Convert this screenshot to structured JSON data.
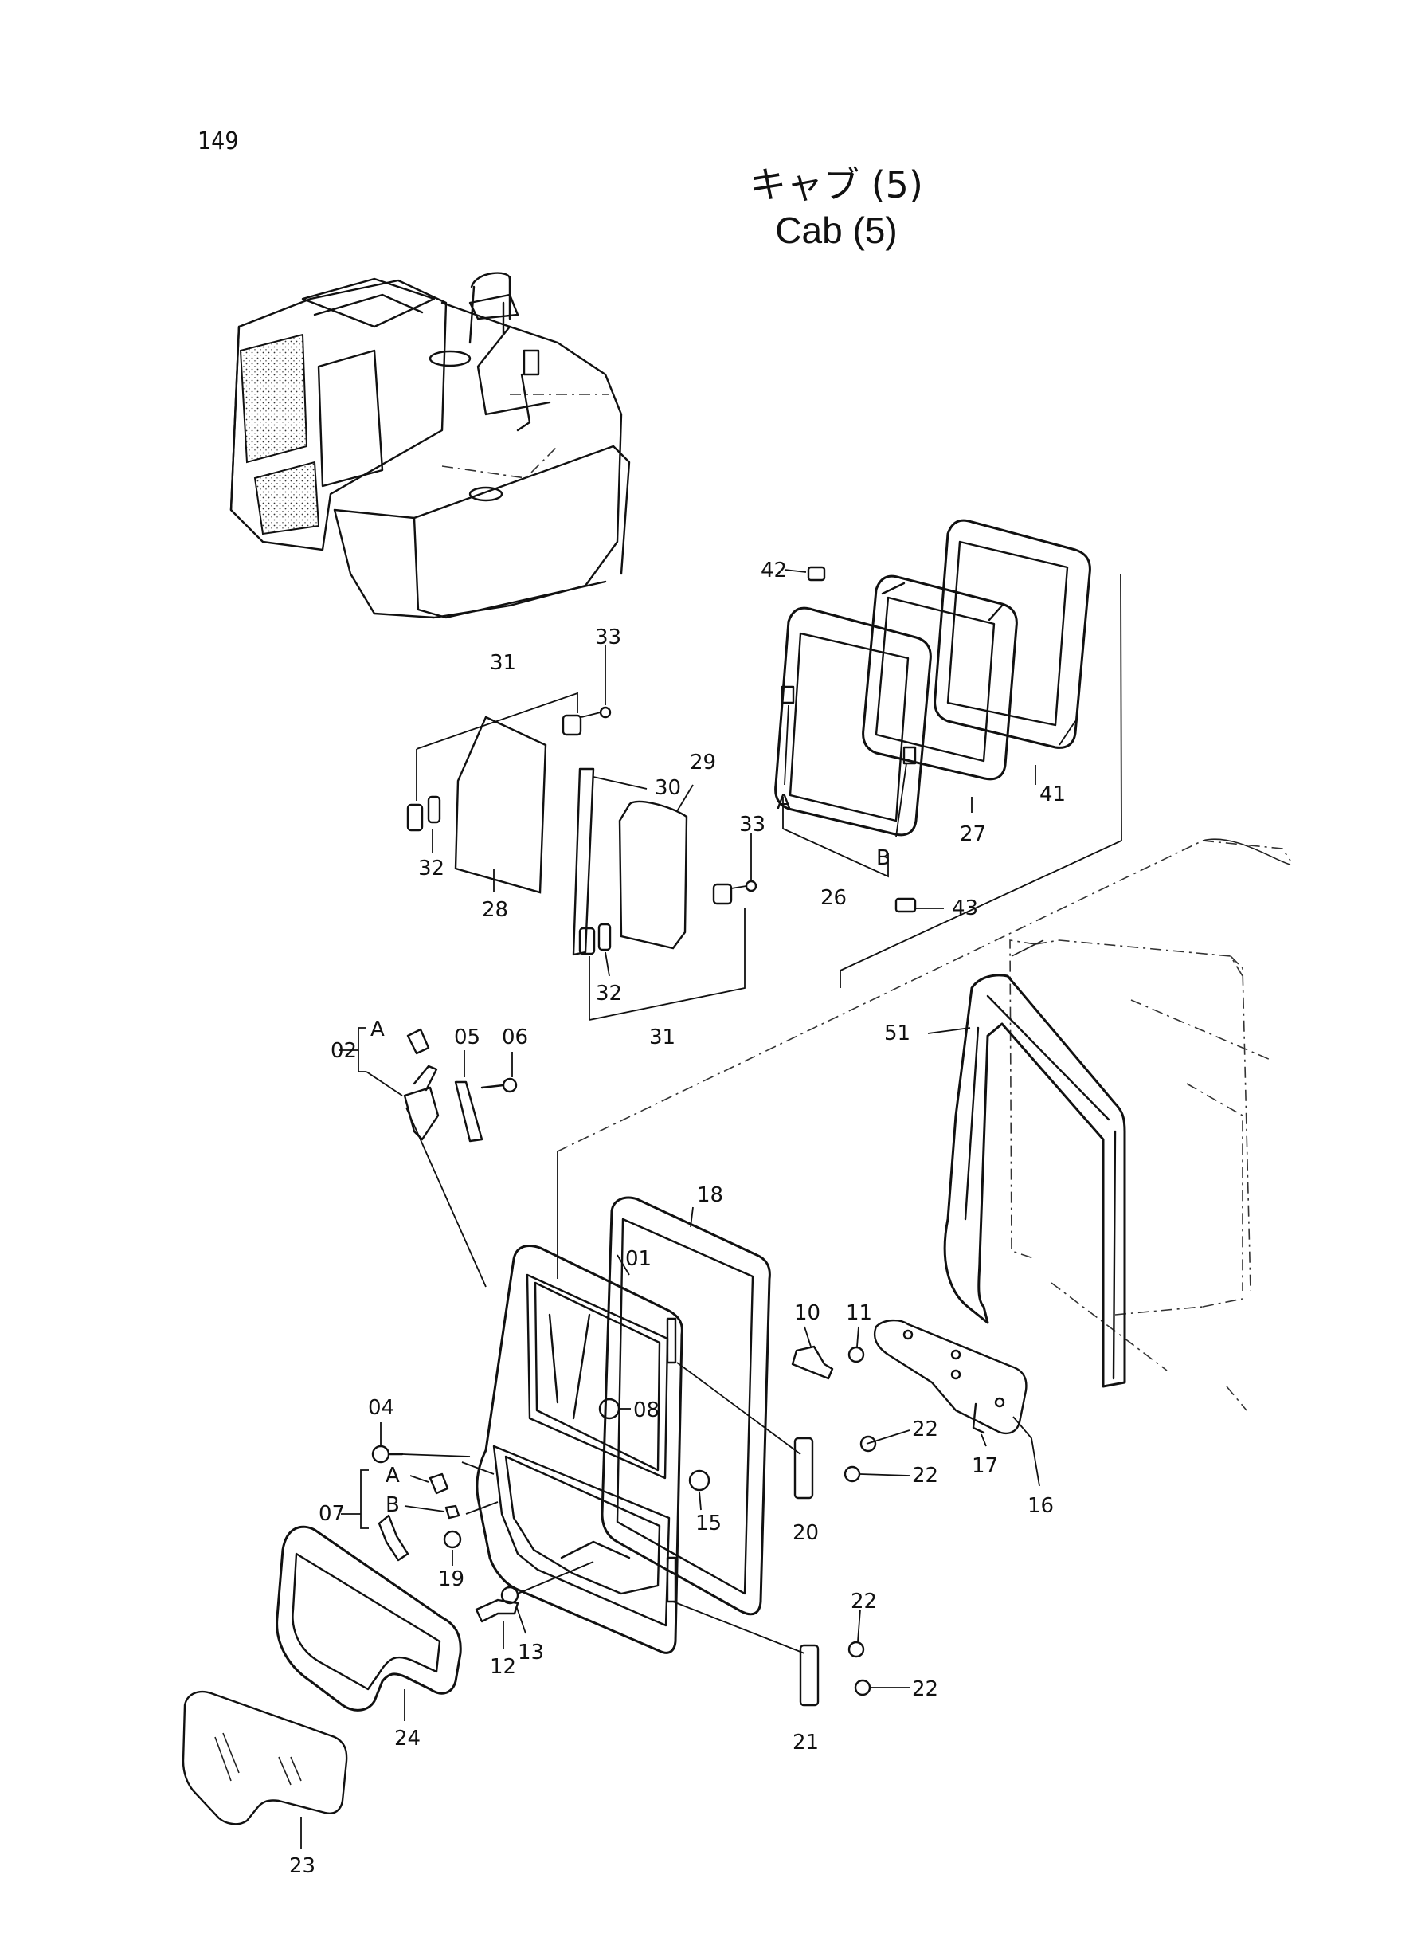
{
  "page": {
    "number": "149"
  },
  "title": {
    "japanese": "キャブ (5)",
    "english": "Cab (5)"
  },
  "callouts": [
    {
      "id": "31a",
      "text": "31"
    },
    {
      "id": "33a",
      "text": "33"
    },
    {
      "id": "32a",
      "text": "32"
    },
    {
      "id": "28",
      "text": "28"
    },
    {
      "id": "30",
      "text": "30"
    },
    {
      "id": "29",
      "text": "29"
    },
    {
      "id": "33b",
      "text": "33"
    },
    {
      "id": "32b",
      "text": "32"
    },
    {
      "id": "31b",
      "text": "31"
    },
    {
      "id": "42",
      "text": "42"
    },
    {
      "id": "41",
      "text": "41"
    },
    {
      "id": "27",
      "text": "27"
    },
    {
      "id": "Aa",
      "text": "A"
    },
    {
      "id": "Ba",
      "text": "B"
    },
    {
      "id": "26",
      "text": "26"
    },
    {
      "id": "43",
      "text": "43"
    },
    {
      "id": "Ab",
      "text": "A"
    },
    {
      "id": "02",
      "text": "02"
    },
    {
      "id": "05",
      "text": "05"
    },
    {
      "id": "06",
      "text": "06"
    },
    {
      "id": "51",
      "text": "51"
    },
    {
      "id": "18",
      "text": "18"
    },
    {
      "id": "01",
      "text": "01"
    },
    {
      "id": "10",
      "text": "10"
    },
    {
      "id": "11",
      "text": "11"
    },
    {
      "id": "08",
      "text": "08"
    },
    {
      "id": "04",
      "text": "04"
    },
    {
      "id": "Ac",
      "text": "A"
    },
    {
      "id": "Bc",
      "text": "B"
    },
    {
      "id": "07",
      "text": "07"
    },
    {
      "id": "19",
      "text": "19"
    },
    {
      "id": "15",
      "text": "15"
    },
    {
      "id": "22a",
      "text": "22"
    },
    {
      "id": "22b",
      "text": "22"
    },
    {
      "id": "20",
      "text": "20"
    },
    {
      "id": "17",
      "text": "17"
    },
    {
      "id": "16",
      "text": "16"
    },
    {
      "id": "12",
      "text": "12"
    },
    {
      "id": "13",
      "text": "13"
    },
    {
      "id": "24",
      "text": "24"
    },
    {
      "id": "23",
      "text": "23"
    },
    {
      "id": "22c",
      "text": "22"
    },
    {
      "id": "22d",
      "text": "22"
    },
    {
      "id": "21",
      "text": "21"
    }
  ]
}
